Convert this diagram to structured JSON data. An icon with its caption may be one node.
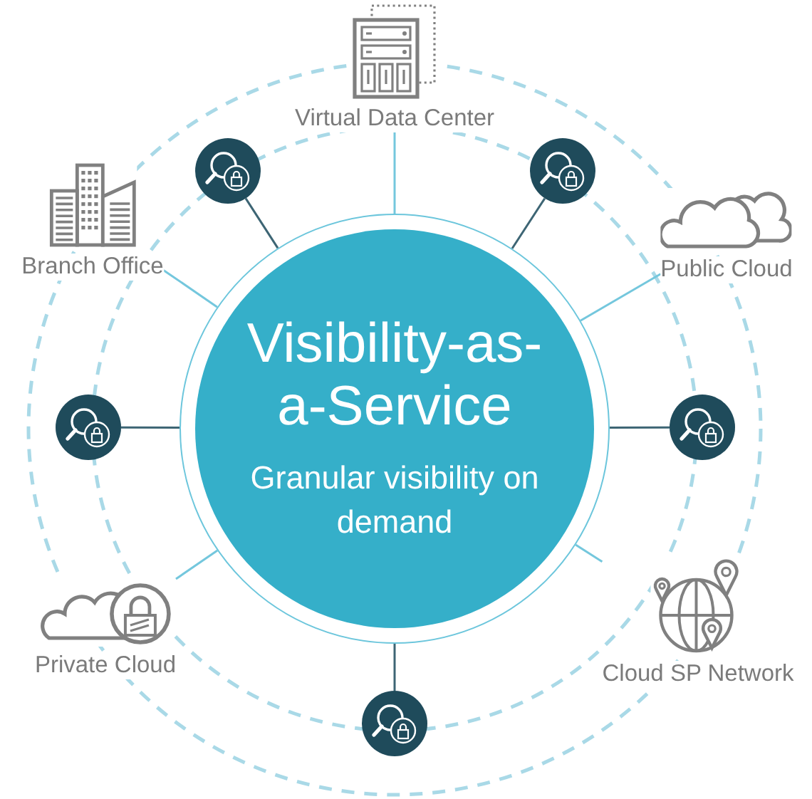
{
  "diagram": {
    "nodes": [
      {
        "text": [
          "Visibility-as-a-Service",
          "Granular visibility on demand"
        ]
      },
      {
        "text": [
          "Virtual Data Center"
        ]
      },
      {
        "text": [],
        "shape": "circle"
      },
      {
        "text": [
          "Public Cloud"
        ]
      },
      {
        "text": [],
        "shape": "circle"
      },
      {
        "text": [
          "Cloud SP Network"
        ]
      },
      {
        "text": [],
        "shape": "circle"
      },
      {
        "text": [
          "Private Cloud"
        ]
      },
      {
        "text": [],
        "shape": "circle"
      },
      {
        "text": [
          "Branch Office"
        ]
      },
      {
        "text": [],
        "shape": "circle"
      }
    ],
    "edges": [
      {
        "from": 0,
        "to": 1,
        "arrow": "none"
      },
      {
        "from": 0,
        "to": 2,
        "arrow": "none",
        "color": "#3d6574"
      },
      {
        "from": 0,
        "to": 3,
        "arrow": "none"
      },
      {
        "from": 0,
        "to": 4,
        "arrow": "none",
        "color": "#3d6574"
      },
      {
        "from": 0,
        "to": 5,
        "arrow": "none"
      },
      {
        "from": 0,
        "to": 6,
        "arrow": "none",
        "color": "#3d6574"
      },
      {
        "from": 0,
        "to": 7,
        "arrow": "none"
      },
      {
        "from": 0,
        "to": 8,
        "arrow": "none",
        "color": "#3d6574"
      },
      {
        "from": 0,
        "to": 9,
        "arrow": "none"
      },
      {
        "from": 0,
        "to": 10,
        "arrow": "none",
        "color": "#3d6574"
      }
    ]
  }
}
